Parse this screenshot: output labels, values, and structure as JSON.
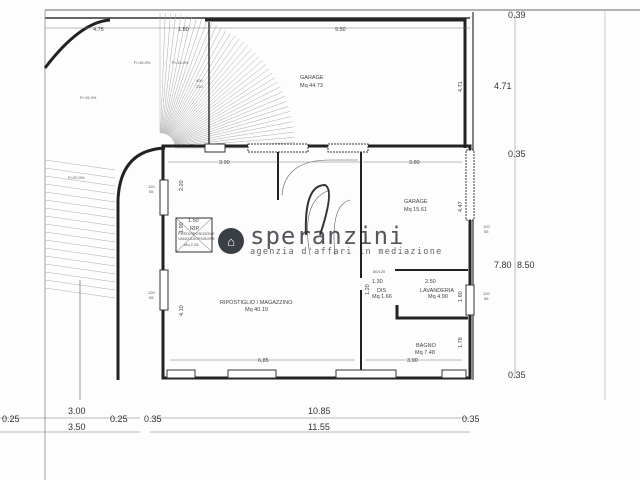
{
  "rooms": {
    "garage_big": {
      "name": "GARAGE",
      "area": "Mq 44.73"
    },
    "garage_small": {
      "name": "GARAGE",
      "area": "Mq 15.61"
    },
    "storage": {
      "name": "RIPOSTIGLIO / MAGAZZINO",
      "area": "Mq 40.19"
    },
    "rip": {
      "name": "RIP",
      "sub1": "PREDISPOSIZIONE",
      "sub2": "VANO ASCENSORE",
      "area": "Mq 2.26"
    },
    "dis": {
      "name": "DIS",
      "area": "Mq 1.66"
    },
    "laundry": {
      "name": "LAVANDERIA",
      "area": "Mq 4.90"
    },
    "bath": {
      "name": "BAGNO",
      "area": "Mq 7.48"
    }
  },
  "ramp": {
    "slope1": "P=15.0%",
    "slope2": "P=15.0%",
    "slope3": "P=15.0%",
    "slope4": "P=20.0%",
    "w1": "4.75",
    "w2": "1.50"
  },
  "dims": {
    "top_width": "9.50",
    "garage_depth": "4.71",
    "door_top": "400",
    "door_top2": "210",
    "w390a": "3.90",
    "w380": "3.80",
    "h220": "2.20",
    "h447": "4.47",
    "h410": "4.10",
    "rip_w": "1.50",
    "rip_h": "1.90",
    "dis_w": "1.30",
    "dis_h": "1.20",
    "laundry_w": "2.50",
    "laundry_h": "1.60",
    "bath_h": "1.78",
    "w685": "6.85",
    "w390b": "3.90",
    "win_a": "120",
    "win_b": "55",
    "door_dis": "80/120"
  },
  "right_dims": {
    "d1": "0.39",
    "d2": "4.71",
    "d3": "0.35",
    "d4": "7.80",
    "d5": "8.50",
    "d6": "0.35"
  },
  "bottom_dims": {
    "a": "0.25",
    "b": "3.00",
    "c": "0.25",
    "d": "3.50",
    "e": "0.35",
    "f": "10.85",
    "g": "0.35",
    "h": "11.55"
  },
  "watermark": {
    "name": "speranzini",
    "tagline": "agenzia d'affari in mediazione",
    "icon": "house-icon"
  }
}
